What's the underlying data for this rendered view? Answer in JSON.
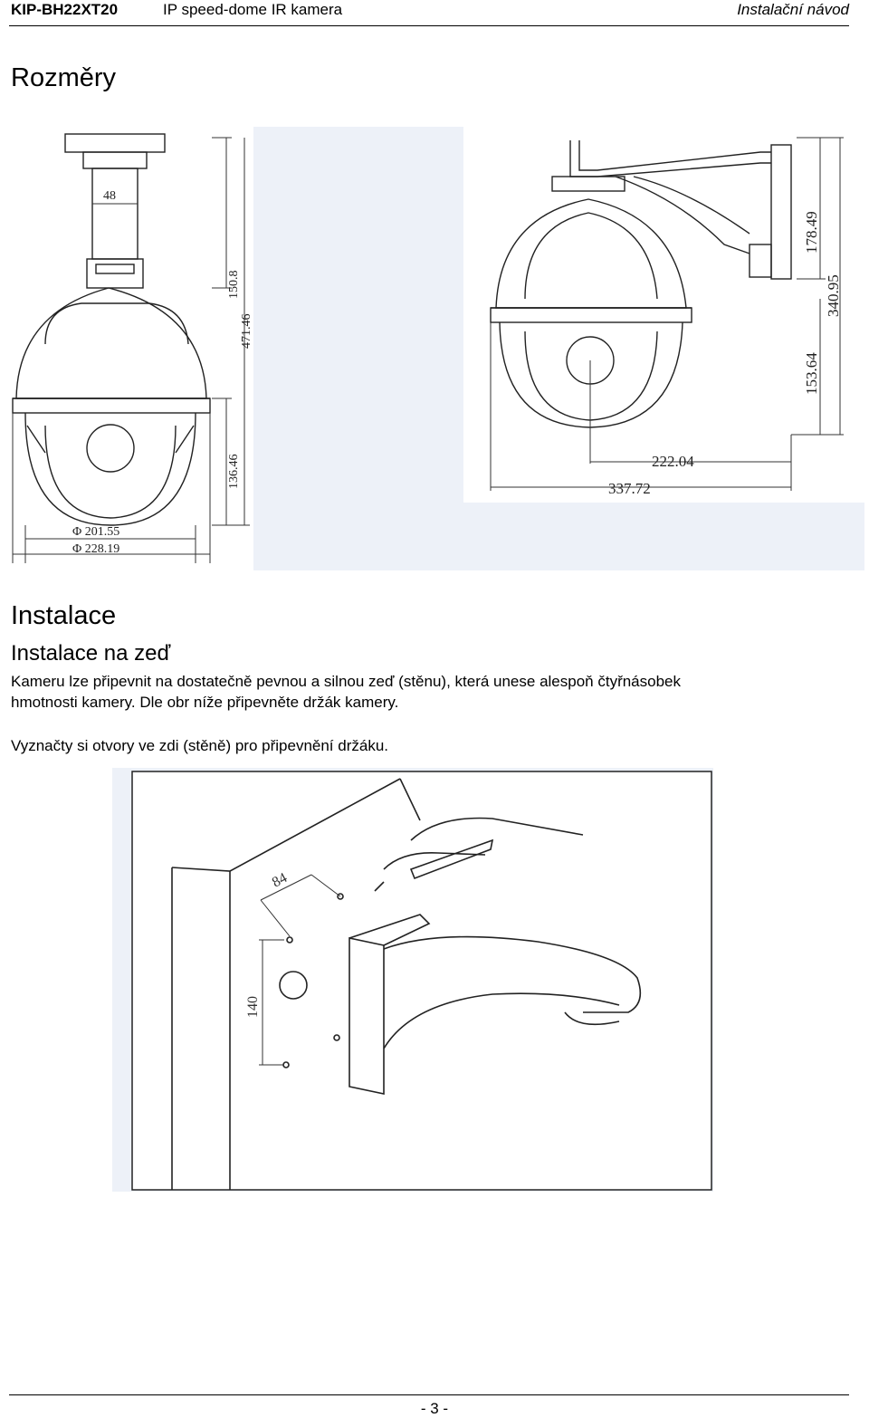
{
  "header": {
    "model": "KIP-BH22XT20",
    "product": "IP speed-dome IR kamera",
    "doc_title": "Instalační návod"
  },
  "dimensions_section": {
    "title": "Rozměry",
    "front_view": {
      "labels": [
        "48",
        "150.8",
        "471.46",
        "136.46",
        "Φ 201.55",
        "Φ 228.19"
      ]
    },
    "side_view": {
      "labels": [
        "178.49",
        "340.95",
        "153.64",
        "222.04",
        "337.72"
      ]
    }
  },
  "install_section": {
    "title": "Instalace",
    "subtitle": "Instalace na zeď",
    "paragraph1_line1": "Kameru lze připevnit na dostatečně pevnou a silnou zeď (stěnu), která unese alespoň čtyřnásobek",
    "paragraph1_line2": "hmotnosti kamery. Dle obr níže připevněte držák kamery.",
    "paragraph2": "Vyznačty si otvory ve zdi (stěně) pro připevnění držáku.",
    "figure_labels": [
      "84",
      "140"
    ]
  },
  "footer": {
    "page_number": "- 3 -"
  }
}
